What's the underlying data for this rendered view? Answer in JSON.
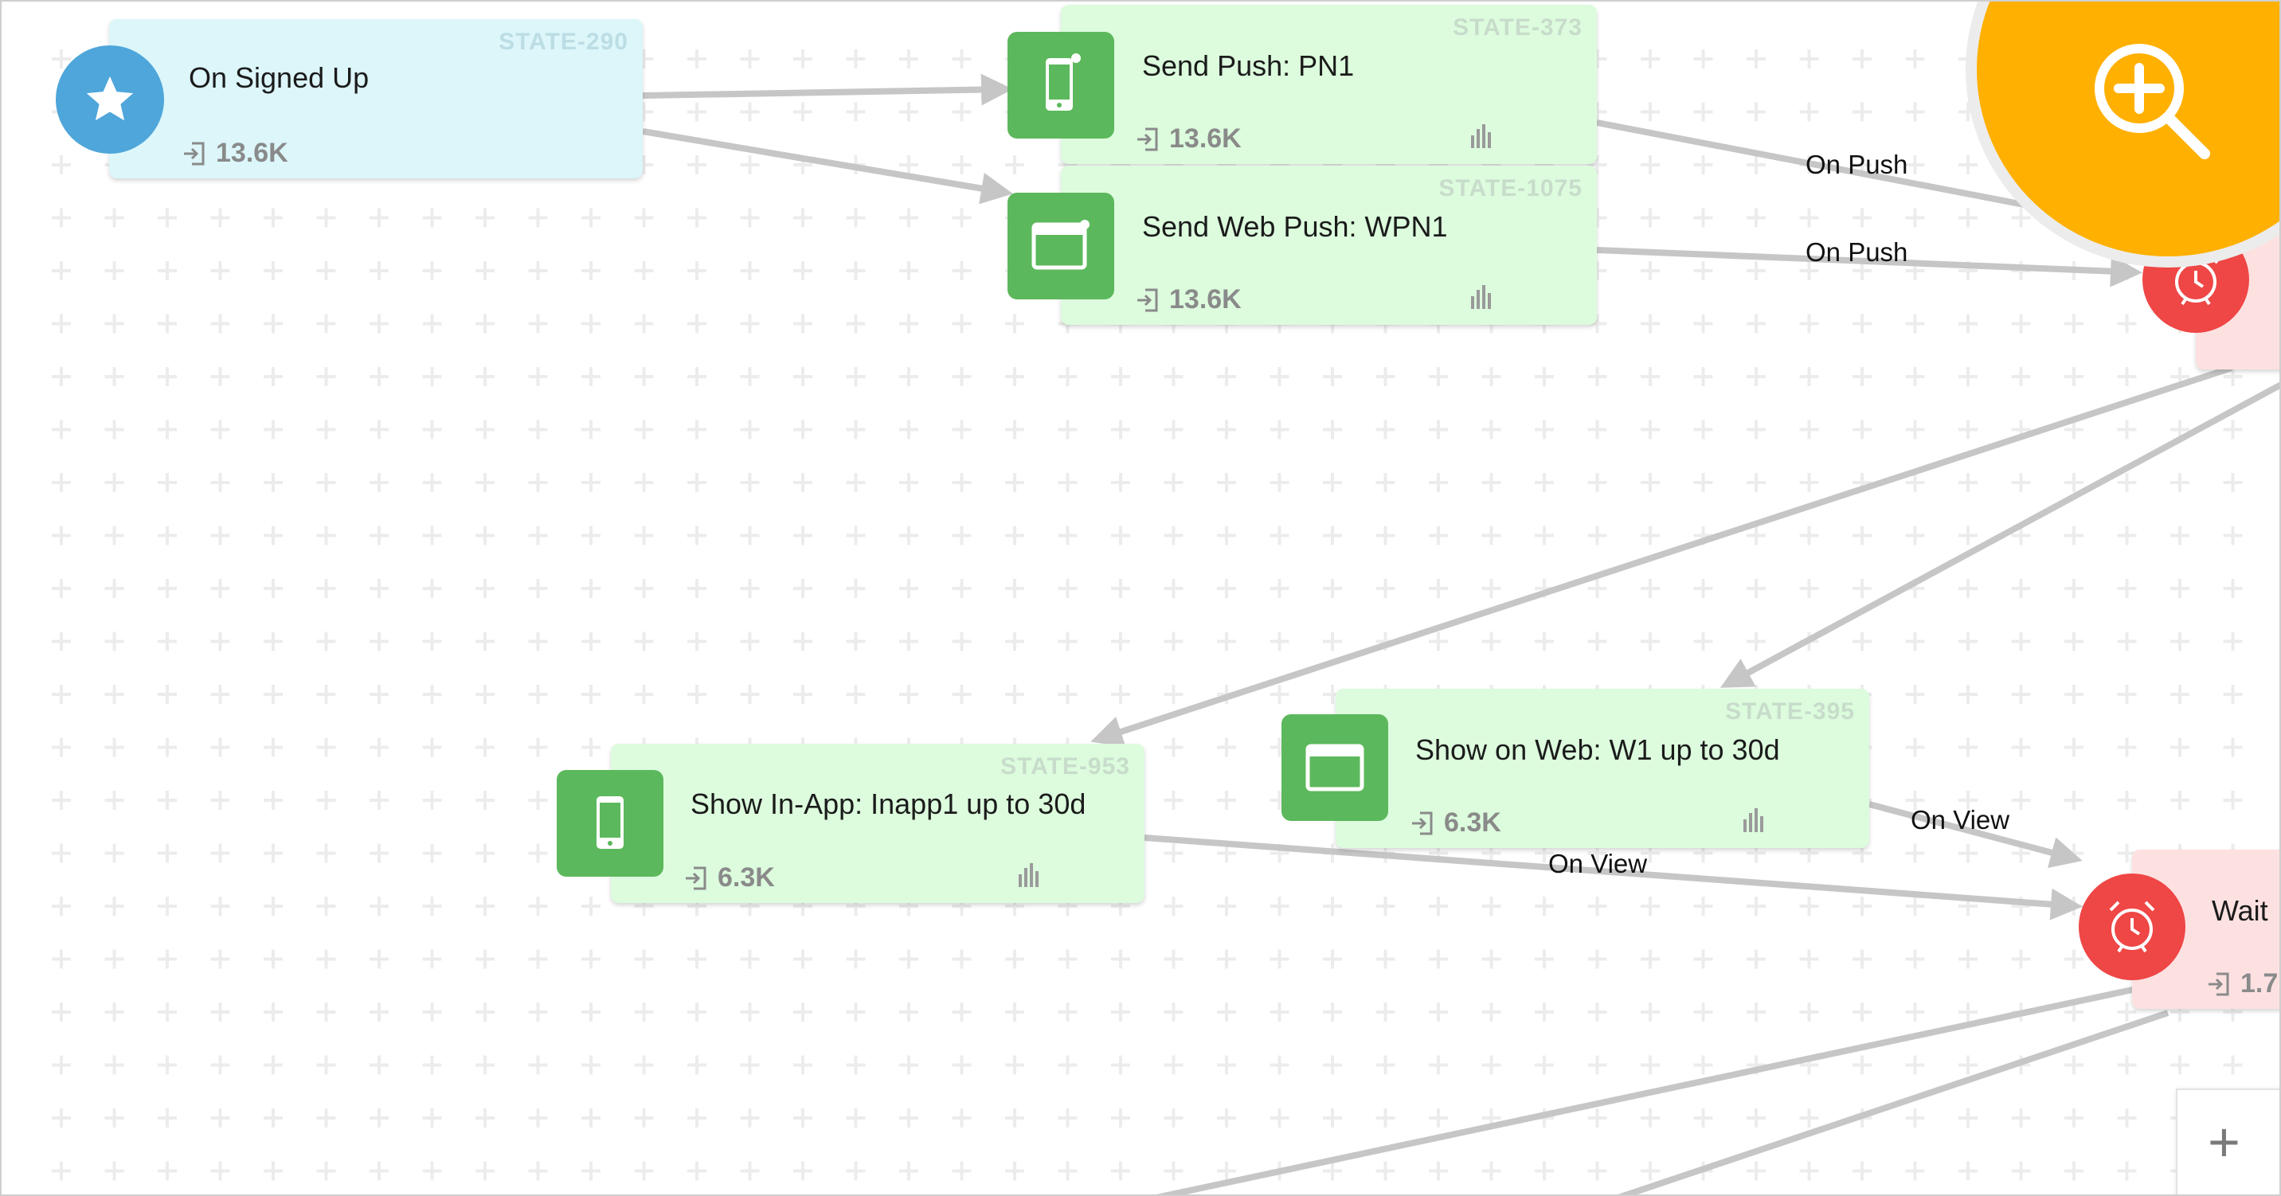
{
  "nodes": {
    "signed_up": {
      "state_id": "STATE-290",
      "title": "On Signed Up",
      "count": "13.6K"
    },
    "push_pn1": {
      "state_id": "STATE-373",
      "title": "Send Push: PN1",
      "count": "13.6K"
    },
    "web_push_wpn1": {
      "state_id": "STATE-1075",
      "title": "Send Web Push: WPN1",
      "count": "13.6K"
    },
    "show_web_w1": {
      "state_id": "STATE-395",
      "title": "Show on Web: W1 up to 30d",
      "count": "6.3K"
    },
    "show_inapp1": {
      "state_id": "STATE-953",
      "title": "Show In-App: Inapp1 up to 30d",
      "count": "6.3K"
    },
    "wait_lower": {
      "title": "Wait",
      "count": "1.7"
    }
  },
  "edge_labels": {
    "push_upper": "On Push",
    "push_lower": "On Push",
    "view_right": "On View",
    "view_left": "On View"
  },
  "icons": {
    "trigger": "star-icon",
    "push": "mobile-icon",
    "web": "browser-window-icon",
    "wait": "alarm-clock-icon",
    "entries": "entries-icon",
    "stats": "bar-chart-icon",
    "zoom": "zoom-in-icon"
  },
  "zoom_plus_label": "+",
  "colors": {
    "trigger_bg": "#dcf6fa",
    "action_bg": "#dcfcdd",
    "wait_bg": "#fde1e1",
    "action_badge": "#5cb85c",
    "trigger_circle": "#4ea6da",
    "wait_circle": "#ef4646",
    "zoom_accent": "#ffb000",
    "edge": "#c6c6c6"
  }
}
